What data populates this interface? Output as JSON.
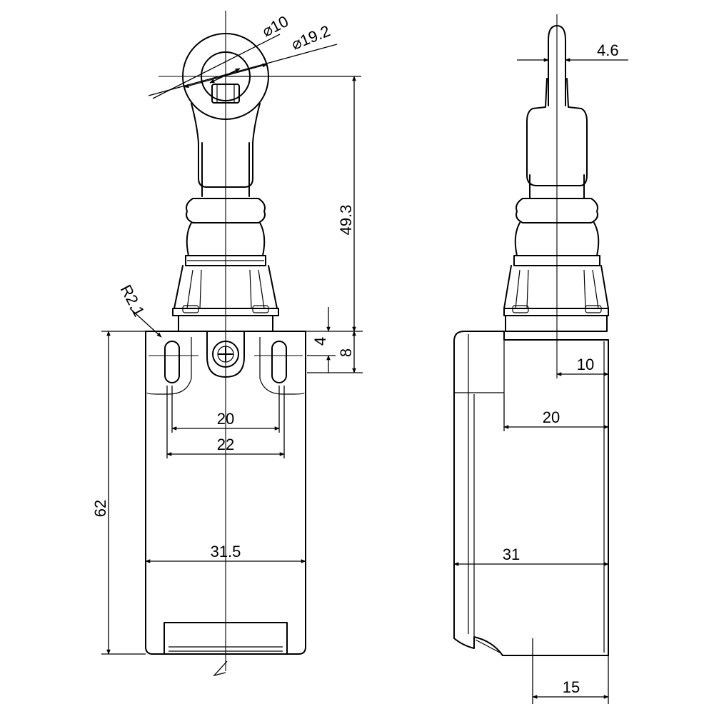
{
  "labels": {
    "d_roller": "⌀10",
    "d_roller_outer": "⌀19.2",
    "roller_width": "4.6",
    "actuator_height": "49.3",
    "mount_radius": "R2.1",
    "slot_offset": "4",
    "slot_length": "8",
    "mount_spacing_20": "20",
    "mount_spacing_22": "22",
    "front_width": "31.5",
    "body_height": "62",
    "side_10": "10",
    "side_20": "20",
    "side_31": "31",
    "side_15": "15"
  }
}
